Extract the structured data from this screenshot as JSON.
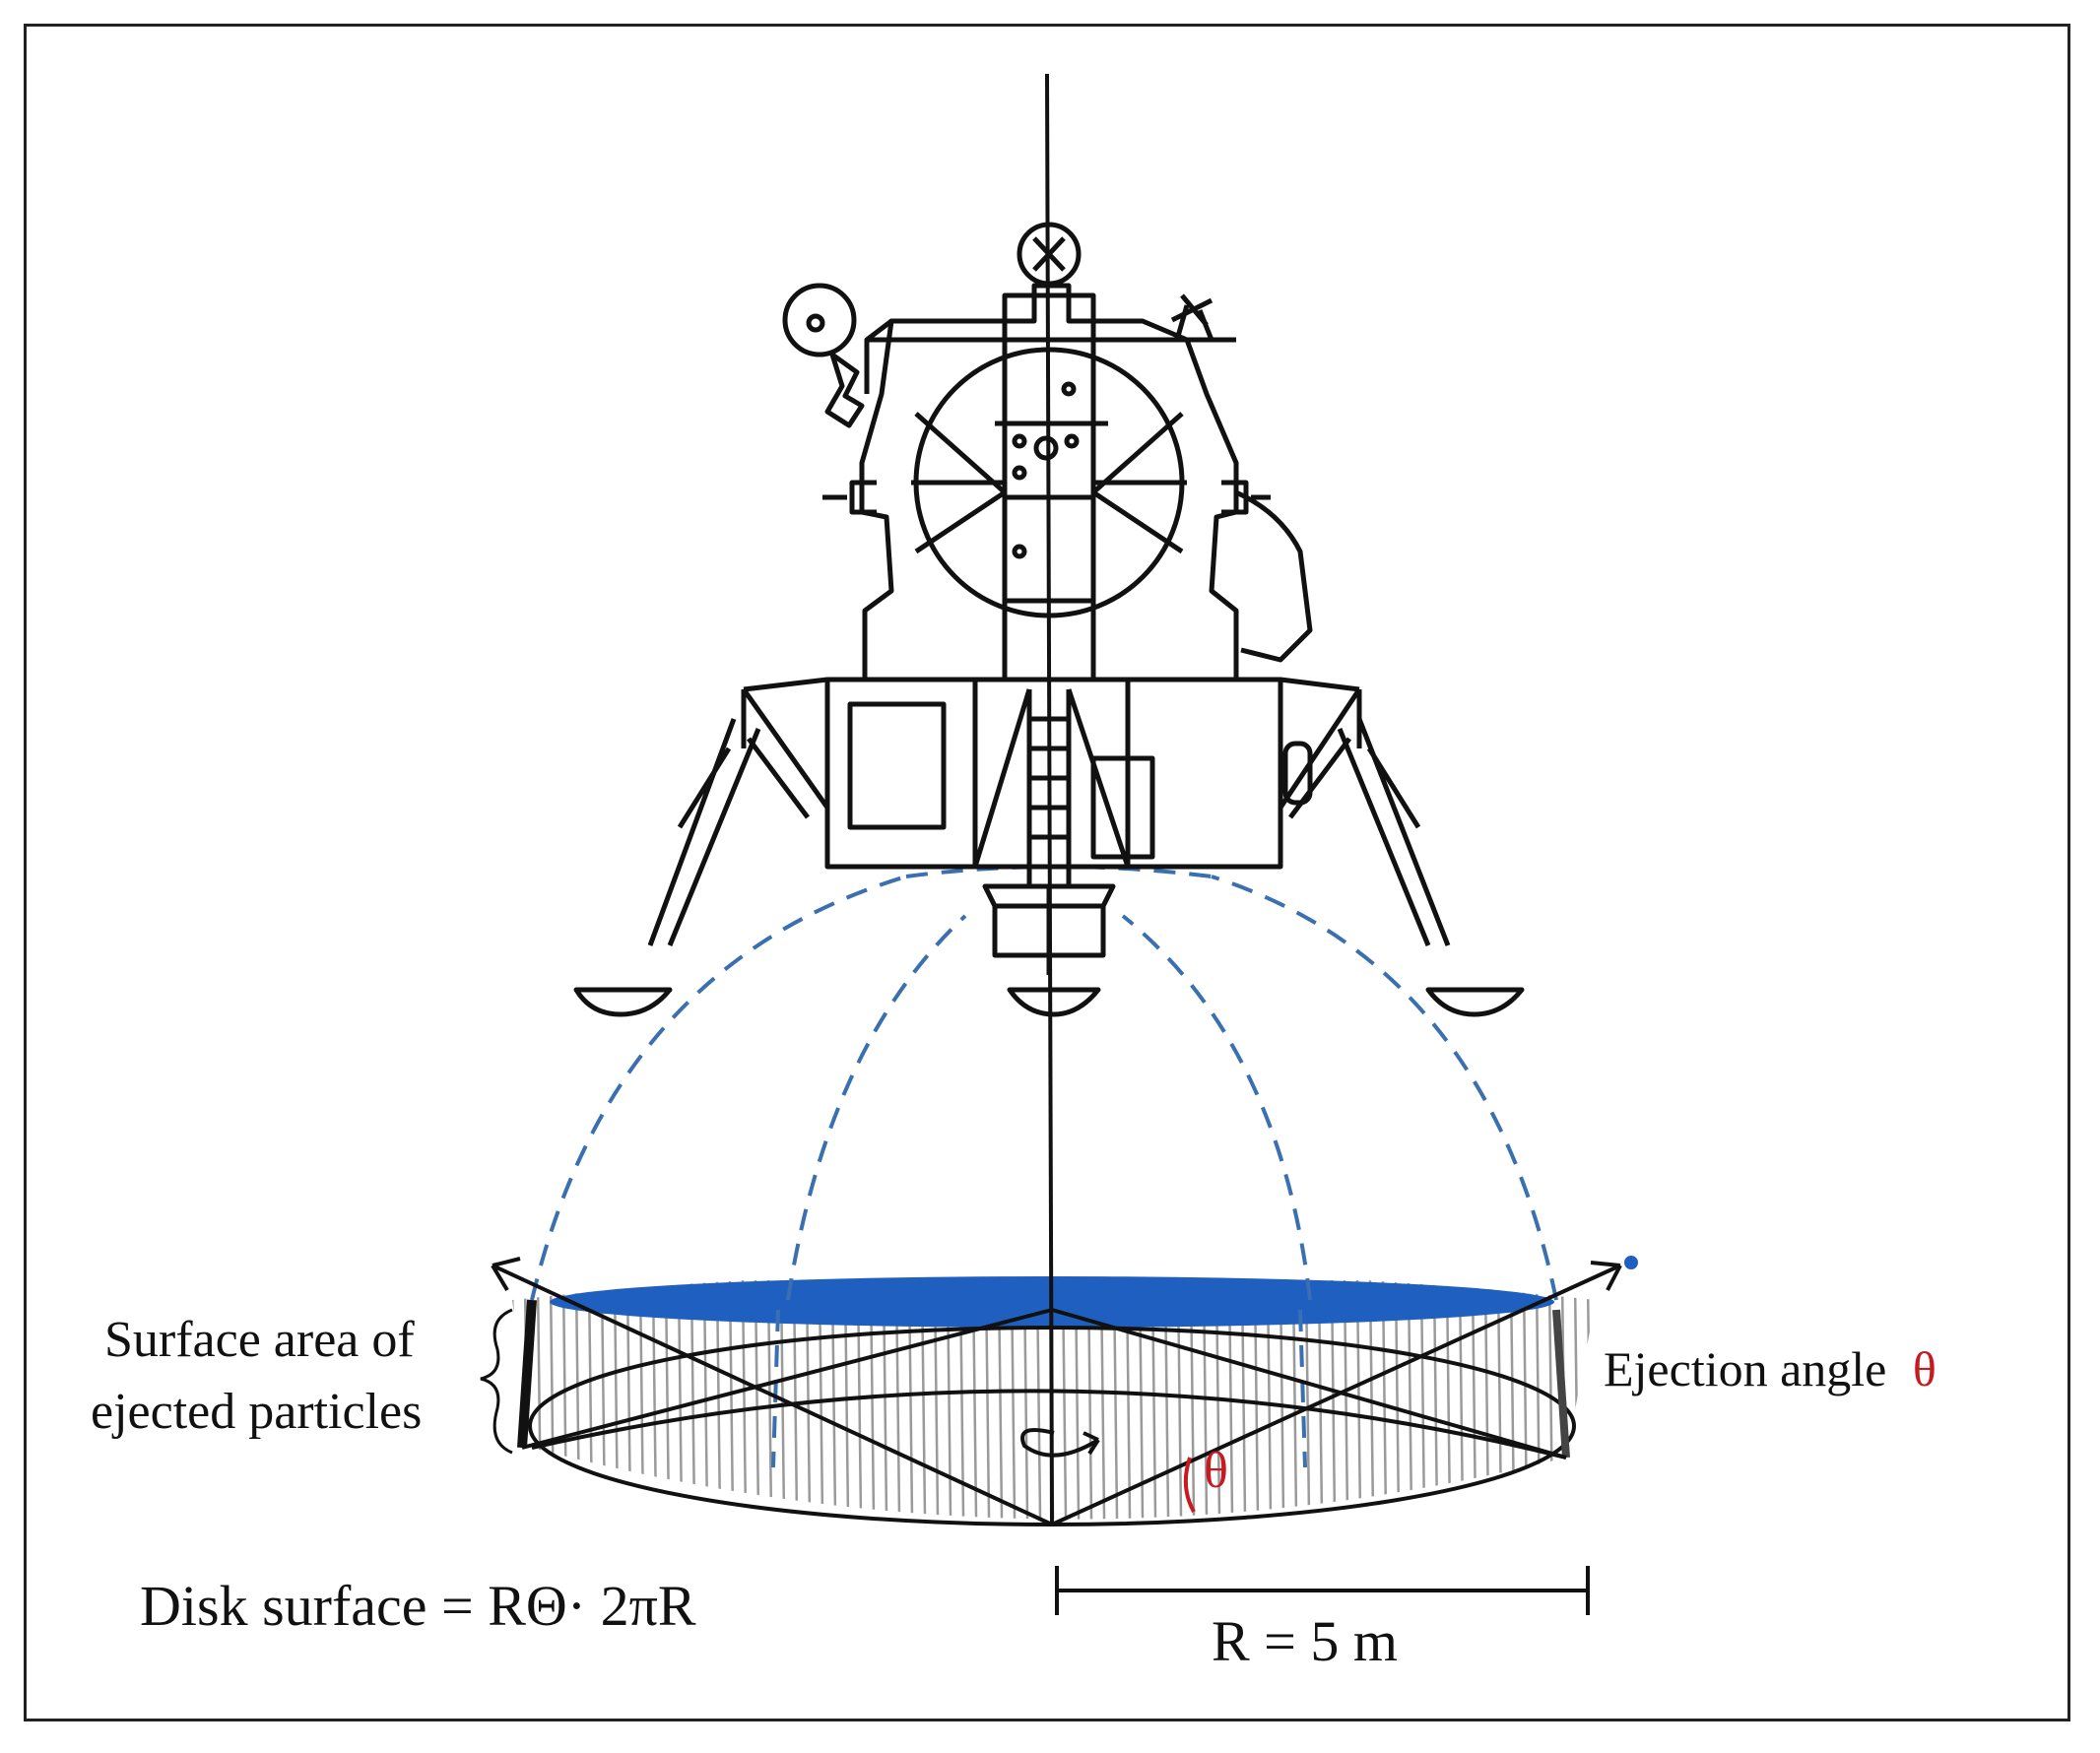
{
  "labels": {
    "surface_area_line1": "Surface area of",
    "surface_area_line2": "ejected particles",
    "ejection_angle_text": "Ejection angle",
    "theta_symbol": "θ",
    "disk_surface_formula": "Disk surface = RΘ· 2πR",
    "radius_label": "R = 5 m"
  },
  "colors": {
    "line": "#111111",
    "disk_top": "#1f5fbf",
    "trajectory": "#3a6fb0",
    "hatch": "#9a9a9a",
    "theta": "#c8191e",
    "frame": "#222222"
  }
}
